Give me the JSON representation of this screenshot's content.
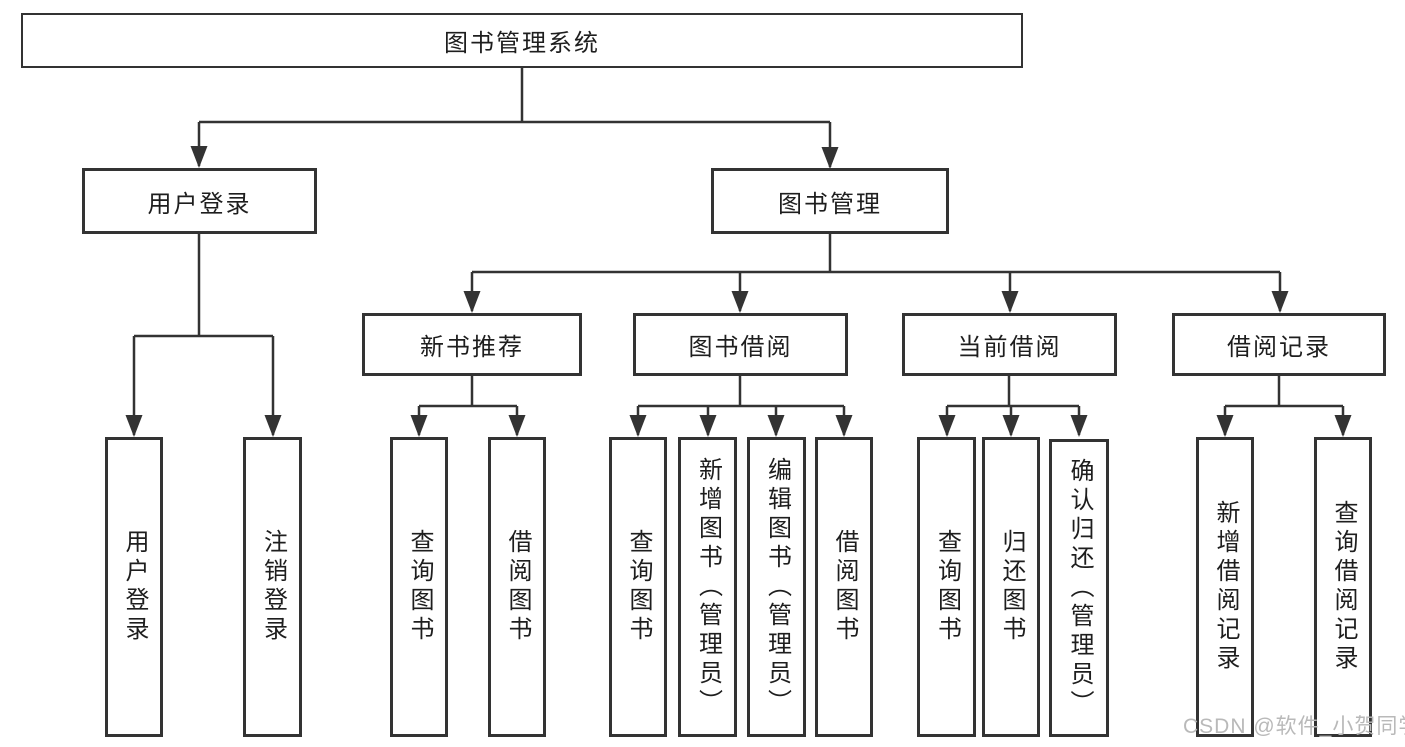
{
  "nodes": {
    "root": "图书管理系统",
    "user_login": "用户登录",
    "book_mgmt": "图书管理",
    "new_books": "新书推荐",
    "book_borrow": "图书借阅",
    "current_borrow": "当前借阅",
    "borrow_records": "借阅记录",
    "leaf_user_login": "用户登录",
    "leaf_logout": "注销登录",
    "leaf_nb_query_books": "查询图书",
    "leaf_nb_borrow_books": "借阅图书",
    "leaf_bb_query_books": "查询图书",
    "leaf_bb_add_books": "新增图书（管理员）",
    "leaf_bb_edit_books": "编辑图书（管理员）",
    "leaf_bb_borrow_books": "借阅图书",
    "leaf_cb_query_books": "查询图书",
    "leaf_cb_return_books": "归还图书",
    "leaf_cb_confirm_return": "确认归还（管理员）",
    "leaf_br_add_record": "新增借阅记录",
    "leaf_br_query_record": "查询借阅记录"
  },
  "watermark": "CSDN @软件_小贺同学",
  "colors": {
    "line": "#333333",
    "text": "#1e1e1e",
    "watermark": "#b9b9b9",
    "background": "#ffffff"
  }
}
